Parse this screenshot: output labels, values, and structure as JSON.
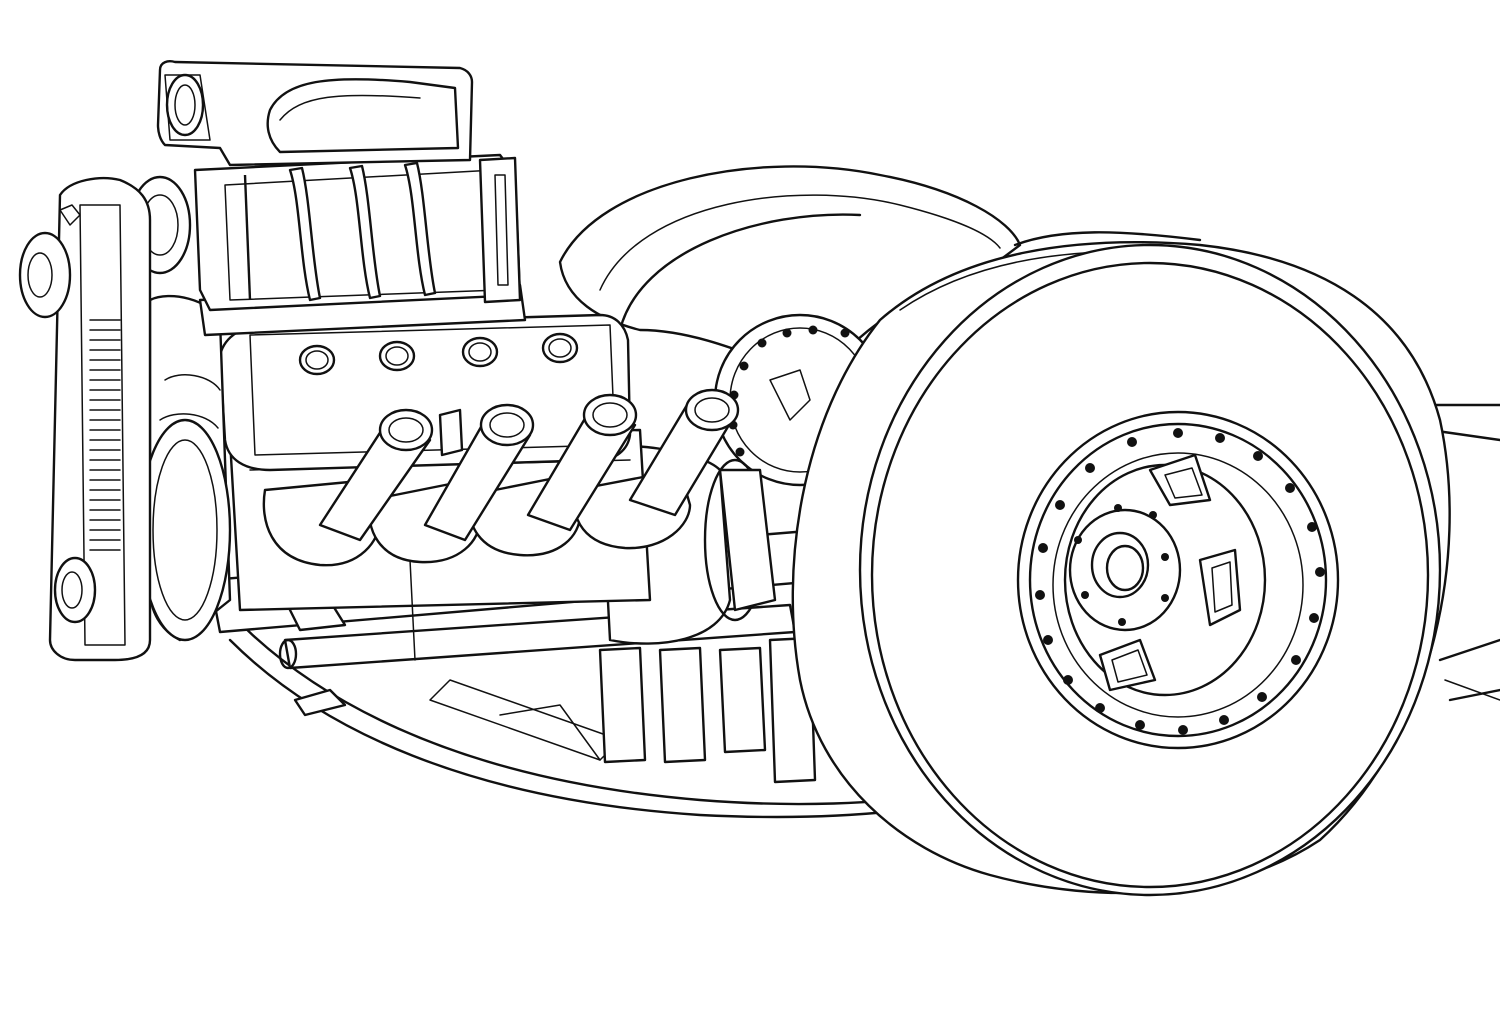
{
  "drawing": {
    "style": "black line art on white background",
    "line_color": "#111111",
    "background_color": "#ffffff"
  },
  "components": {
    "blower": "supercharger-with-scoop",
    "drive_belt": "toothed-drive-belt",
    "engine": "v8-engine",
    "headers": "exhaust-header-pipes",
    "chassis": "tube-frame-chassis",
    "rear_wheel_near": "rear-slick-tire-near",
    "rear_wheel_far": "rear-slick-tire-far"
  }
}
